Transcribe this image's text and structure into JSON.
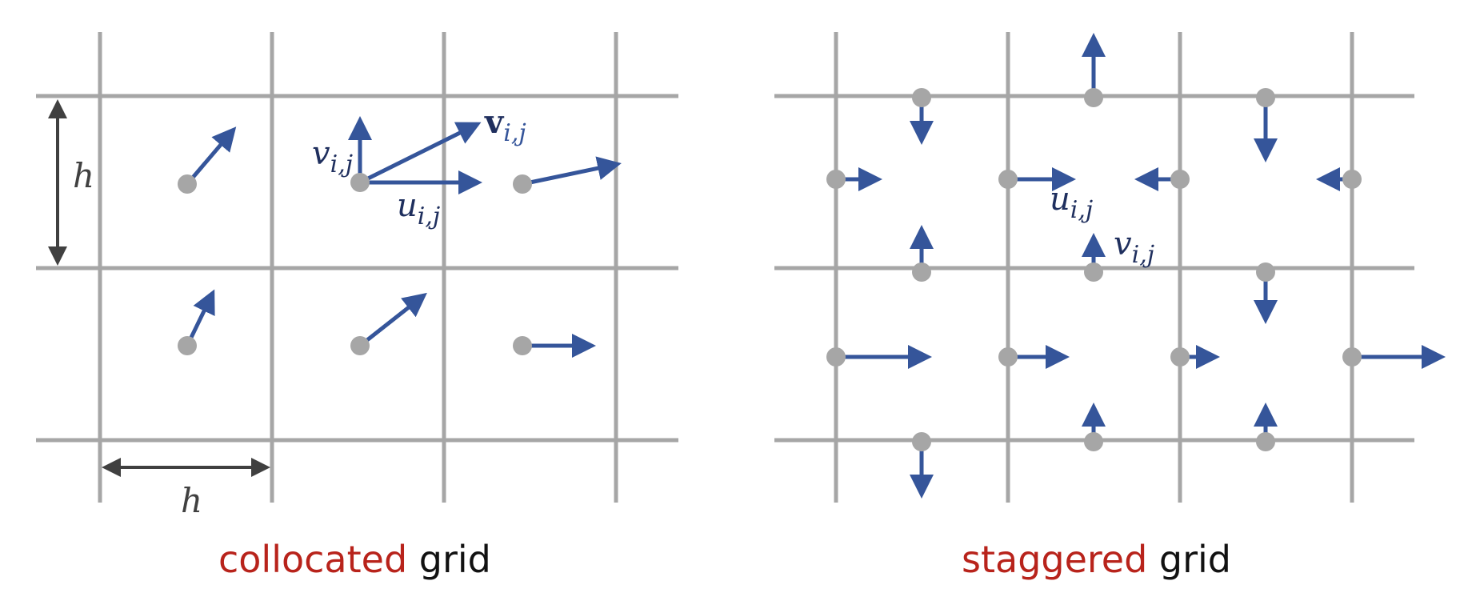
{
  "colors": {
    "grid": "#a6a6a6",
    "node": "#a6a6a6",
    "vector": "#35559a",
    "dimension": "#404040",
    "label_dark": "#1f2f5e",
    "accent": "#b8231b",
    "caption": "#111111"
  },
  "left_panel": {
    "dimension_vertical": "h",
    "dimension_horizontal": "h",
    "label_v": "v",
    "label_v_sub": "i,j",
    "label_u": "u",
    "label_u_sub": "i,j",
    "label_vec": "v",
    "label_vec_sub": "i,j",
    "caption_accent": "collocated",
    "caption_rest": " grid"
  },
  "right_panel": {
    "label_u": "u",
    "label_u_sub": "i,j",
    "label_v": "v",
    "label_v_sub": "i,j",
    "caption_accent": "staggered",
    "caption_rest": " grid"
  }
}
